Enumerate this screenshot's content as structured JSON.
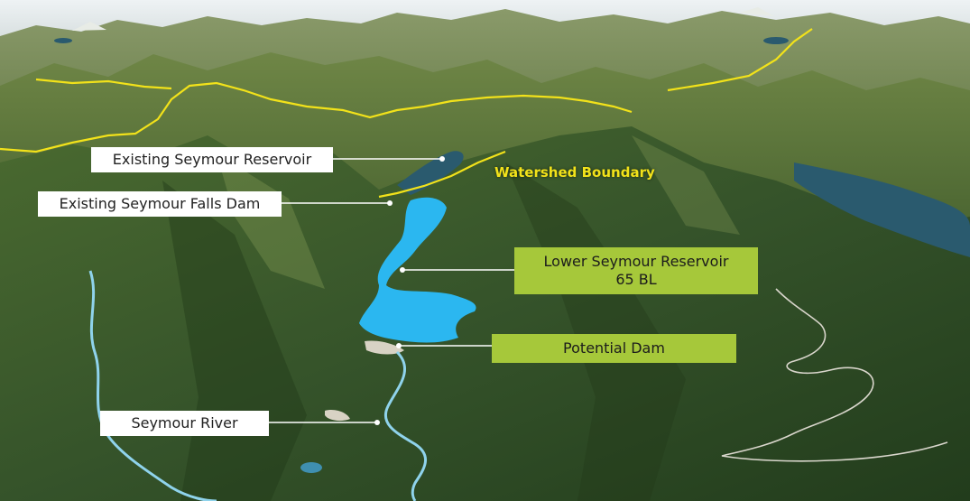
{
  "labels": {
    "existing_reservoir": "Existing Seymour Reservoir",
    "existing_dam": "Existing Seymour Falls Dam",
    "watershed_boundary": "Watershed Boundary",
    "lower_reservoir_line1": "Lower Seymour Reservoir",
    "lower_reservoir_line2": "65 BL",
    "potential_dam": "Potential Dam",
    "seymour_river": "Seymour River"
  },
  "colors": {
    "callout_box": "#ffffff",
    "highlight_box": "#a6c83a",
    "watershed_line": "#f2e21a",
    "proposed_reservoir": "#2bb7f0",
    "existing_water": "#2a5a6e",
    "river": "#8fd3ec",
    "terrain_dark": "#2f4a22",
    "terrain_light": "#7d9148"
  }
}
